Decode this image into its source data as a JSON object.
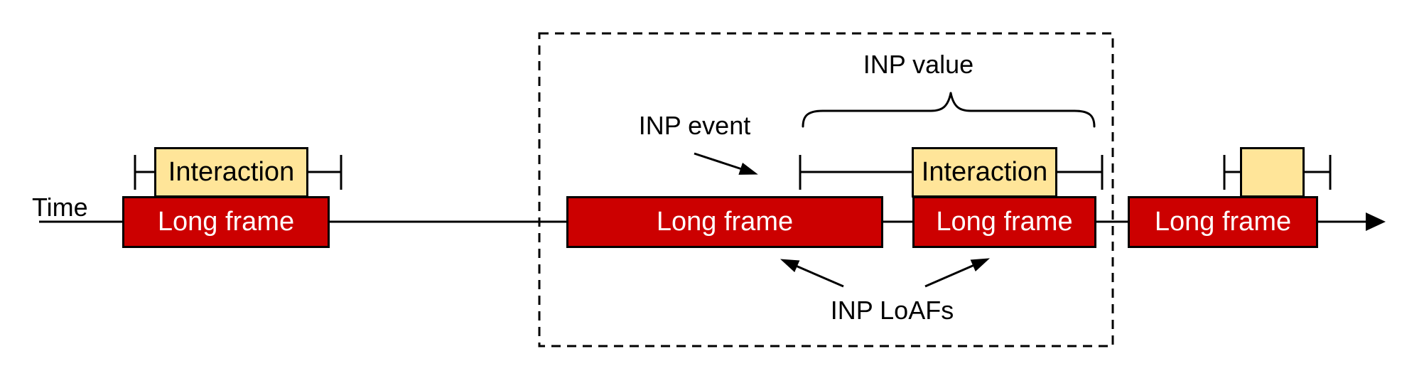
{
  "diagram": {
    "axis_label": "Time",
    "annotations": {
      "inp_event": "INP event",
      "inp_value": "INP value",
      "inp_loafs": "INP LoAFs"
    },
    "long_frames": [
      {
        "label": "Long frame"
      },
      {
        "label": "Long frame"
      },
      {
        "label": "Long frame"
      },
      {
        "label": "Long frame"
      }
    ],
    "interactions": [
      {
        "label": "Interaction"
      },
      {
        "label": "Interaction"
      },
      {
        "label": ""
      }
    ],
    "colors": {
      "long_frame_fill": "#CC0000",
      "interaction_fill": "#FFE599",
      "long_frame_text": "#FFFFFF",
      "stroke": "#000000"
    }
  }
}
